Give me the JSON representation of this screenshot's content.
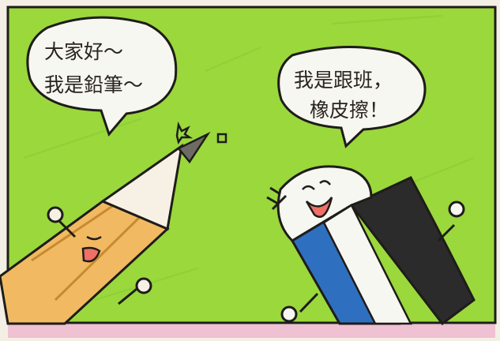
{
  "speech": {
    "pencil_line1": "大家好～",
    "pencil_line2": "我是鉛筆～",
    "eraser_line1": "我是跟班，",
    "eraser_line2": "橡皮擦！"
  },
  "colors": {
    "background_green": "#9ad83c",
    "pencil_wood": "#f1ba62",
    "pencil_tip": "#f6f1e4",
    "eraser_blue": "#2f6fc0",
    "eraser_black": "#2b2b2b",
    "outline": "#1f1c1a"
  },
  "icons": [
    "sparkle",
    "pencil-character",
    "eraser-character"
  ]
}
